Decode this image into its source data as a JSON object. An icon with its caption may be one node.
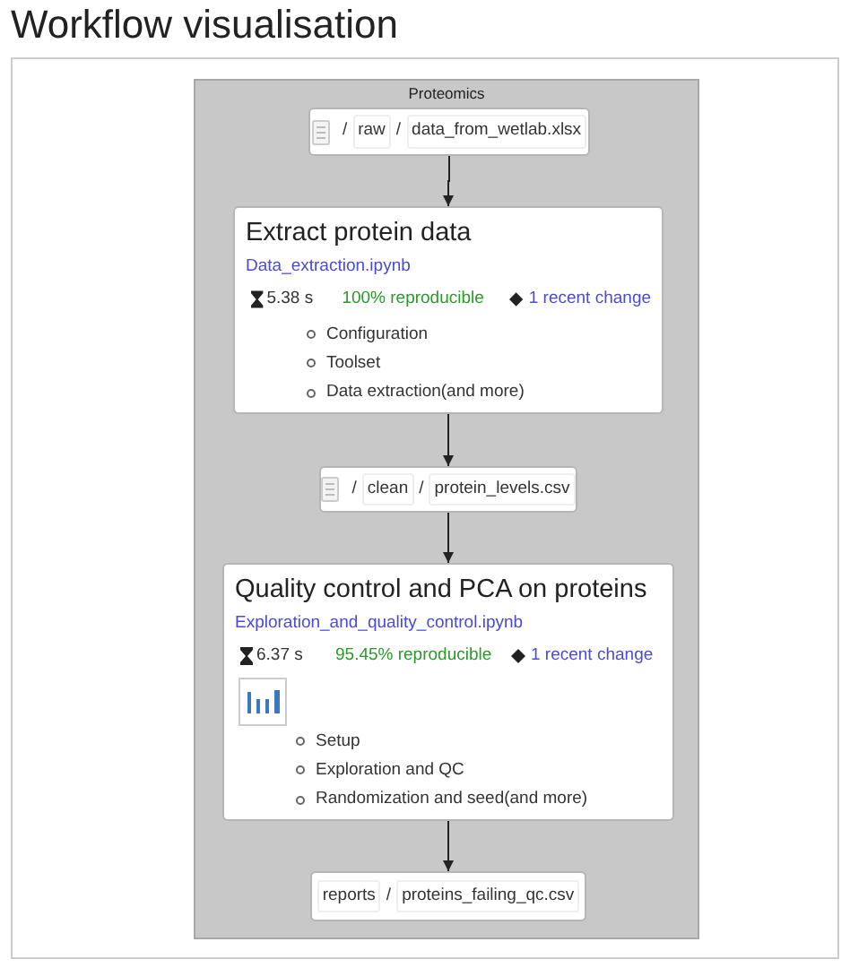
{
  "diagram": {
    "title": "Workflow visualisation",
    "nodes": [
      {
        "text": [
          "Proteomics"
        ]
      },
      {
        "text": [
          "/",
          "raw",
          "/",
          "data_from_wetlab.xlsx"
        ],
        "in": 0
      },
      {
        "text": [
          "Extract protein data",
          "Data_extraction.ipynb",
          "5.38 s",
          "100% reproducible",
          "1 recent change",
          "Configuration",
          "Toolset",
          "Data extraction(and more)"
        ],
        "in": 0
      },
      {
        "text": [
          "/",
          "clean",
          "/",
          "protein_levels.csv"
        ],
        "in": 0
      },
      {
        "text": [
          "Quality control and PCA on proteins",
          "Exploration_and_quality_control.ipynb",
          "6.37 s",
          "95.45% reproducible",
          "1 recent change",
          "Setup",
          "Exploration and QC",
          "Randomization and seed(and more)"
        ],
        "in": 0
      },
      {
        "text": [
          "reports",
          "/",
          "proteins_failing_qc.csv"
        ],
        "in": 0
      }
    ],
    "edges": [
      {
        "from": 1,
        "to": 2,
        "arrow": "to"
      },
      {
        "from": 2,
        "to": 3,
        "arrow": "to"
      },
      {
        "from": 3,
        "to": 4,
        "arrow": "to"
      },
      {
        "from": 4,
        "to": 5,
        "arrow": "to"
      }
    ]
  }
}
